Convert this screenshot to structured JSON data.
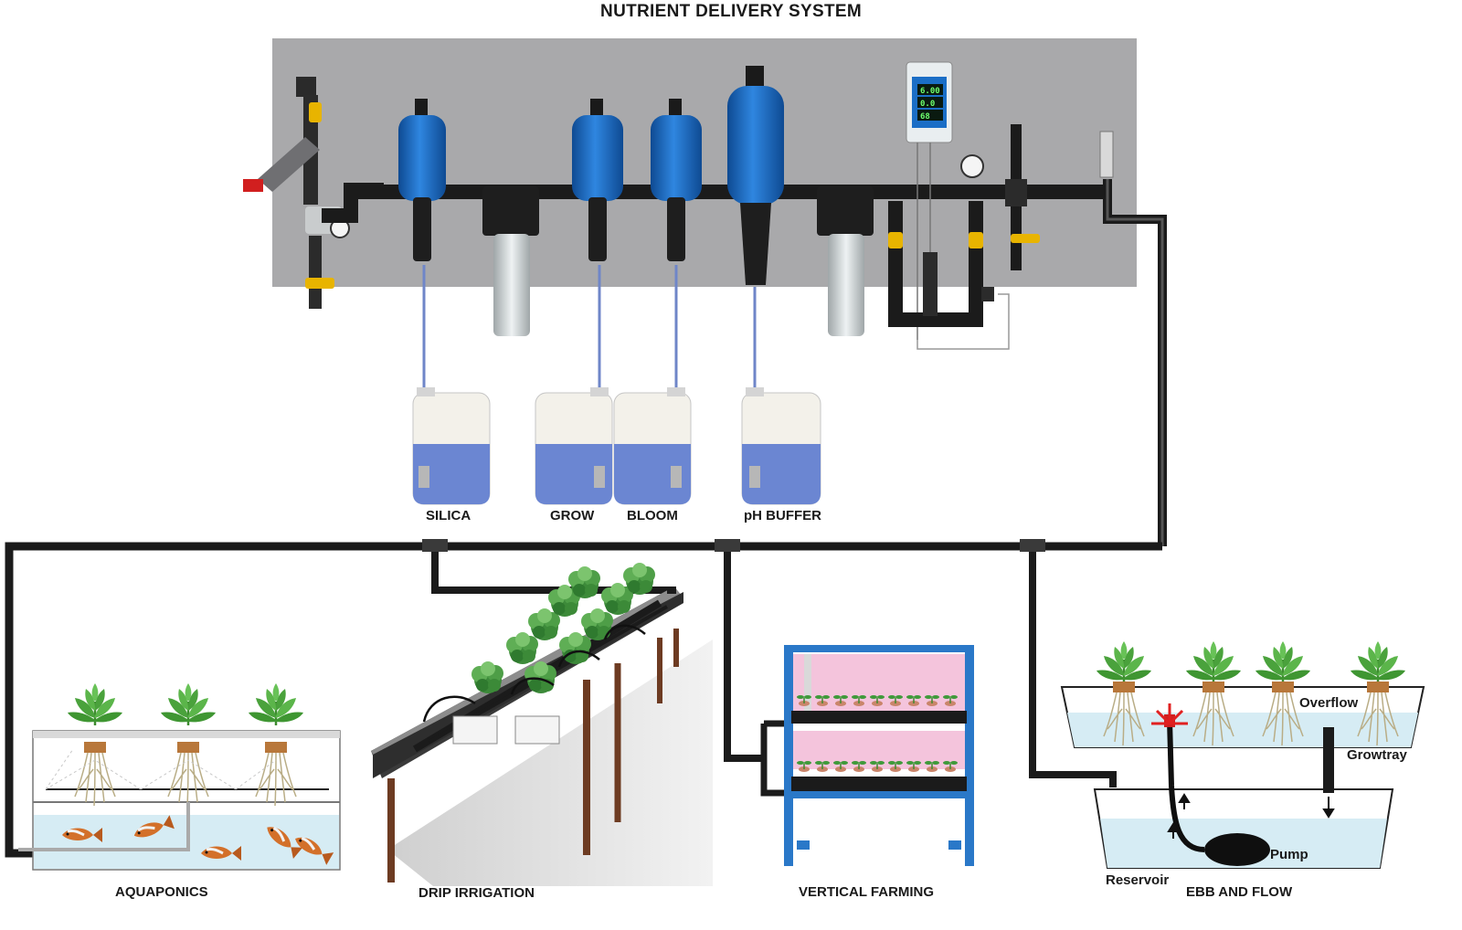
{
  "title": "NUTRIENT DELIVERY SYSTEM",
  "tanks": [
    {
      "label": "SILICA"
    },
    {
      "label": "GROW"
    },
    {
      "label": "BLOOM"
    },
    {
      "label": "pH BUFFER"
    }
  ],
  "systems": {
    "aquaponics": "AQUAPONICS",
    "drip": "DRIP IRRIGATION",
    "vertical": "VERTICAL FARMING",
    "ebb": "EBB AND FLOW"
  },
  "ebb_labels": {
    "overflow": "Overflow",
    "growtray": "Growtray",
    "pump": "Pump",
    "reservoir": "Reservoir"
  },
  "controller_readings": [
    "6.00",
    "0.0",
    "68"
  ],
  "colors": {
    "panel": "#a9a9ab",
    "pump_blue": "#1f6fc4",
    "liquid": "#6b86d2",
    "water": "#d6ecf4",
    "pipe": "#1b1b1b",
    "frame_blue": "#2a78c8",
    "light_pink": "#f4c4dc",
    "leaf_green": "#4aa23c",
    "arrow_red": "#e02020"
  }
}
